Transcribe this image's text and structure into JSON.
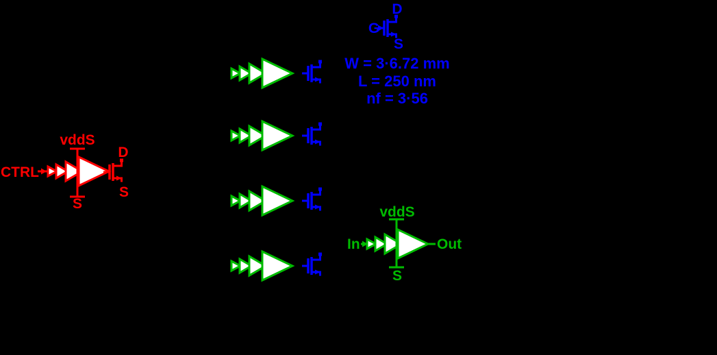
{
  "figure": {
    "background": "#000000",
    "description": "Pre-driver schematic: control buffer, four driver buffer stages, output device and output buffer"
  },
  "palette": {
    "control_red": "#ff0000",
    "buffer_green": "#00bb00",
    "device_blue": "#0000ff",
    "symbol_fill": "#ffffff"
  },
  "control_stage": {
    "input_label": "CTRL",
    "supply_label": "vddS",
    "source_rail_label": "S",
    "transistor": {
      "drain_label": "D",
      "source_label": "S"
    }
  },
  "driver_stages": {
    "count": 4
  },
  "device_annotation": {
    "gate_label": "G",
    "drain_label": "D",
    "source_label": "S",
    "parameters": {
      "width": "W = 3·6.72 mm",
      "length": "L = 250 nm",
      "fingers": "nf = 3·56"
    }
  },
  "output_stage": {
    "input_label": "In",
    "output_label": "Out",
    "supply_label": "vddS",
    "source_rail_label": "S"
  }
}
